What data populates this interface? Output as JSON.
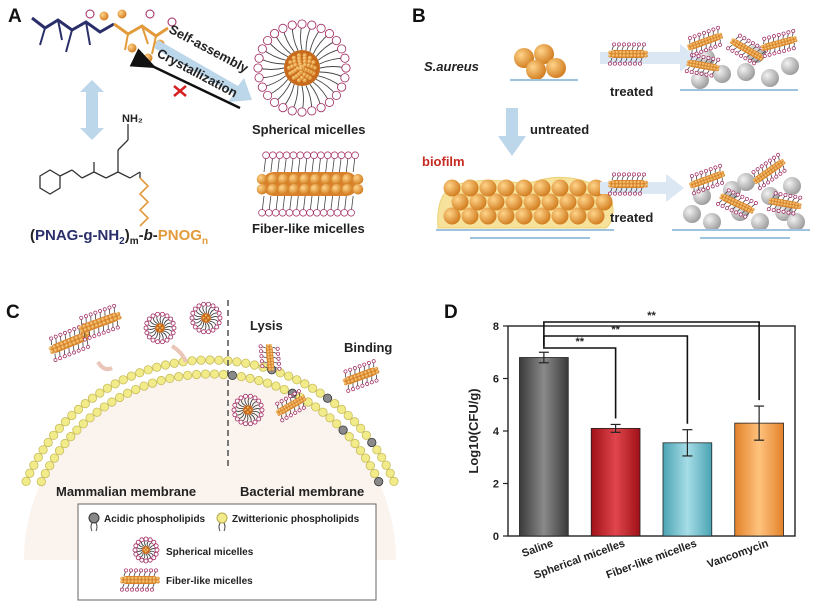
{
  "panels": {
    "A": {
      "letter": "A",
      "arrow_forward": "Self-assembly",
      "arrow_back": "Crystallization",
      "spherical": "Spherical micelles",
      "fiber": "Fiber-like micelles",
      "amine": "NH₂",
      "formula_parts": [
        "(",
        "PNAG-g-NH",
        "2",
        ")",
        "m",
        "-",
        "b",
        "-",
        "PNOG",
        "n"
      ]
    },
    "B": {
      "letter": "B",
      "organism": "S.aureus",
      "treated_top": "treated",
      "untreated": "untreated",
      "biofilm": "biofilm",
      "treated_bottom": "treated"
    },
    "C": {
      "letter": "C",
      "lysis": "Lysis",
      "binding": "Binding",
      "mammalian": "Mammalian membrane",
      "bacterial": "Bacterial membrane",
      "legend": {
        "acidic": "Acidic phospholipids",
        "zwitterionic": "Zwitterionic phospholipids",
        "spherical": "Spherical micelles",
        "fiber": "Fiber-like micelles"
      }
    },
    "D": {
      "letter": "D"
    }
  },
  "colors": {
    "saline": "#555555",
    "spherical": "#c8202a",
    "fiber": "#6fc1cf",
    "vancomycin": "#f0a04a",
    "micelle_core": "#d9822b",
    "arrow_blue": "#bcd6ea",
    "lipid_head": "#f1eb8a"
  },
  "chart_data": {
    "type": "bar",
    "ylabel": "Log10(CFU/g)",
    "categories": [
      "Saline",
      "Spherical micelles",
      "Fiber-like micelles",
      "Vancomycin"
    ],
    "values": [
      6.8,
      4.1,
      3.55,
      4.3
    ],
    "errors": [
      0.2,
      0.15,
      0.5,
      0.65
    ],
    "ylim": [
      0,
      8
    ],
    "yticks": [
      0,
      2,
      4,
      6,
      8
    ],
    "significance": [
      {
        "from": "Saline",
        "to": "Spherical micelles",
        "label": "**"
      },
      {
        "from": "Saline",
        "to": "Fiber-like micelles",
        "label": "**"
      },
      {
        "from": "Saline",
        "to": "Vancomycin",
        "label": "**"
      }
    ]
  }
}
